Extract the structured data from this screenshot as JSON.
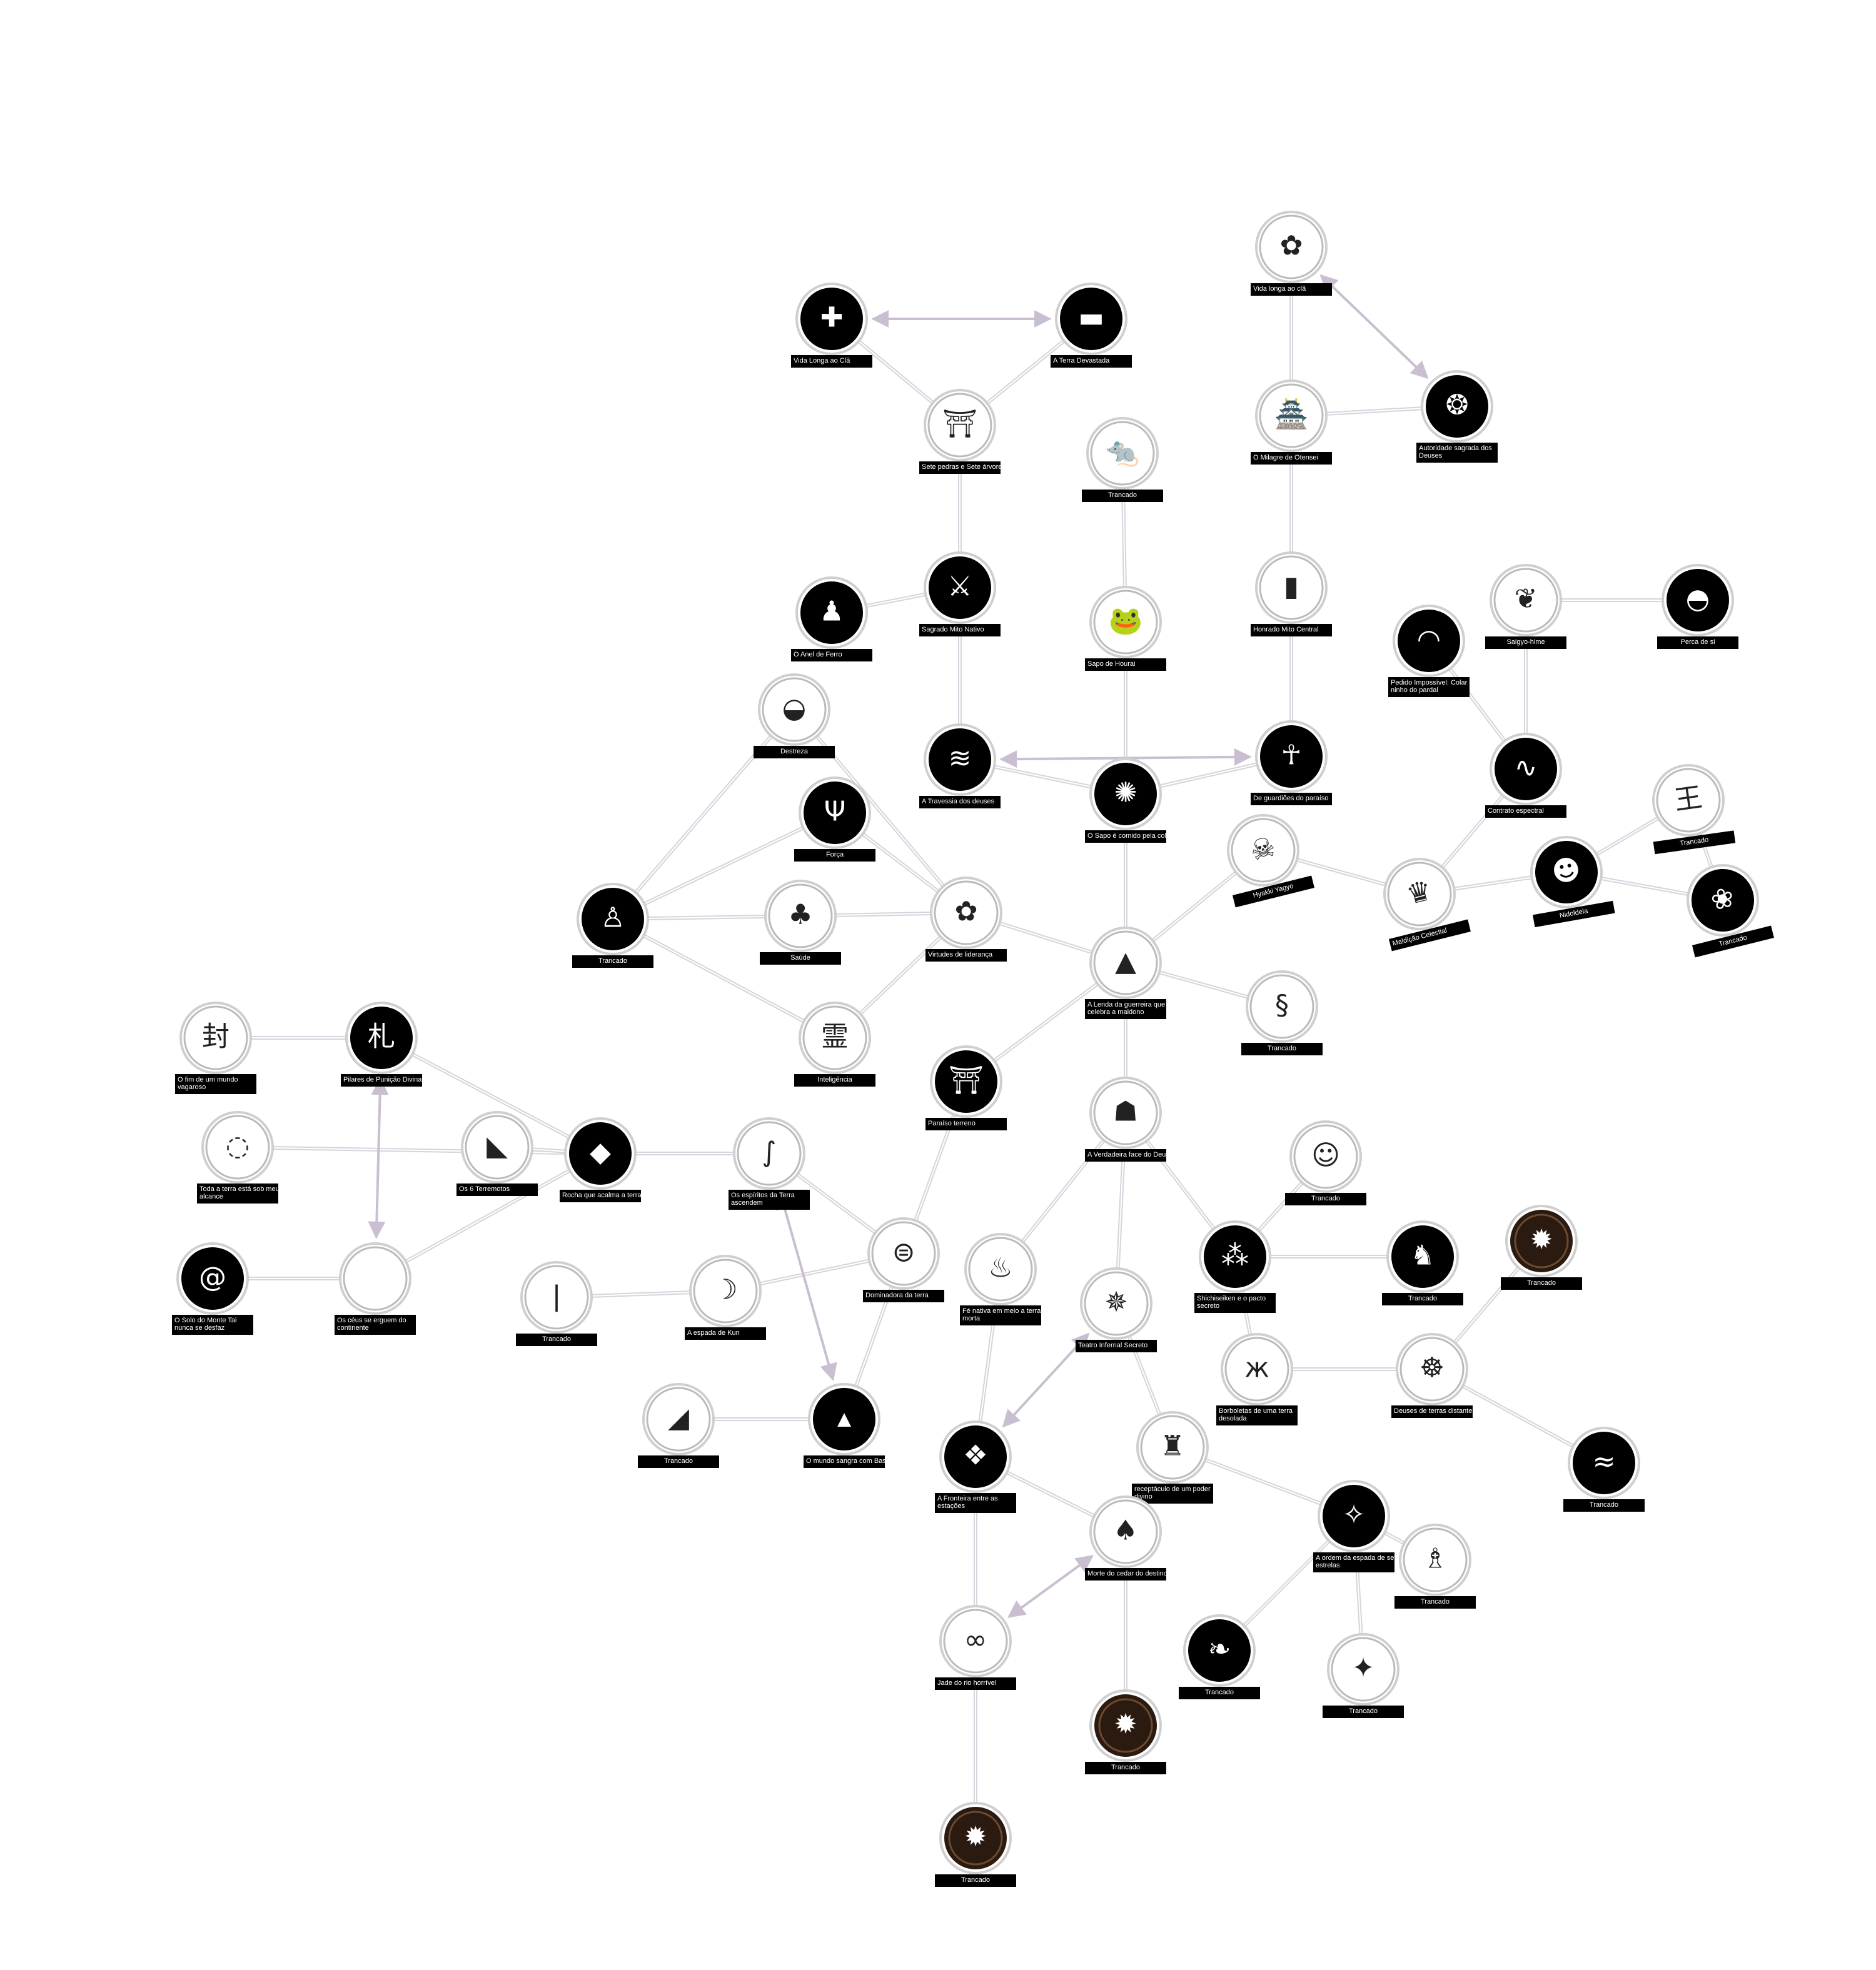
{
  "nodes": [
    {
      "id": "vida-longa-cla",
      "label": [
        "Vida Longa ao Clã"
      ],
      "icon": "cross-crest-icon",
      "style": "dark"
    },
    {
      "id": "terra-devastada",
      "label": [
        "A Terra Devastada"
      ],
      "icon": "bar-crest-icon",
      "style": "dark"
    },
    {
      "id": "sete-pedras",
      "label": [
        "Sete pedras e Sete árvores"
      ],
      "icon": "gate-sketch-icon",
      "style": "light"
    },
    {
      "id": "vida-longa-cla-2",
      "label": [
        "Vida longa ao clã"
      ],
      "icon": "paulownia-crest-icon",
      "style": "light"
    },
    {
      "id": "milagre-otensei",
      "label": [
        "O Milagre de Otensei"
      ],
      "icon": "castle-icon",
      "style": "light"
    },
    {
      "id": "autoridade-sagrada",
      "label": [
        "Autoridade sagrada dos",
        "Deuses"
      ],
      "icon": "sun-wheel-icon",
      "style": "dark"
    },
    {
      "id": "trancado-rat",
      "label": [
        "Trancado"
      ],
      "icon": "rat-icon",
      "style": "light"
    },
    {
      "id": "anel-ferro",
      "label": [
        "O Anel de Ferro"
      ],
      "icon": "standing-figure-icon",
      "style": "dark"
    },
    {
      "id": "sagrado-mito",
      "label": [
        "Sagrado Mito Nativo"
      ],
      "icon": "warrior-icon",
      "style": "dark"
    },
    {
      "id": "sapo-hourai",
      "label": [
        "Sapo de Hourai"
      ],
      "icon": "frog-icon",
      "style": "light"
    },
    {
      "id": "honrado-mito",
      "label": [
        "Honrado Mito Central"
      ],
      "icon": "pillar-icon",
      "style": "light"
    },
    {
      "id": "pedido-impossivel",
      "label": [
        "Pedido Impossível: Colar do",
        "ninho do pardal"
      ],
      "icon": "necklace-icon",
      "style": "dark"
    },
    {
      "id": "saigyo-hime",
      "label": [
        "Saigyo-hime"
      ],
      "icon": "bare-tree-icon",
      "style": "light"
    },
    {
      "id": "perca-de-si",
      "label": [
        "Perca de si"
      ],
      "icon": "folding-fan-icon",
      "style": "dark"
    },
    {
      "id": "destreza",
      "label": [
        "Destreza"
      ],
      "icon": "fan-icon",
      "style": "light"
    },
    {
      "id": "travessia-deuses",
      "label": [
        "A Travessia dos deuses"
      ],
      "icon": "waves-icon",
      "style": "dark"
    },
    {
      "id": "sapo-comido",
      "label": [
        "O Sapo é comido pela cobra"
      ],
      "icon": "mandala-icon",
      "style": "dark"
    },
    {
      "id": "guardioes-paraiso",
      "label": [
        "De guardiões do paraíso"
      ],
      "icon": "dancer-icon",
      "style": "dark"
    },
    {
      "id": "contrato-espectral",
      "label": [
        "Contrato espectral"
      ],
      "icon": "serpent-icon",
      "style": "dark"
    },
    {
      "id": "trancado-king",
      "label": [
        "Trancado"
      ],
      "icon": "king-kanji-icon",
      "style": "light",
      "tilt": -8
    },
    {
      "id": "forca",
      "label": [
        "Força"
      ],
      "icon": "trident-icon",
      "style": "dark"
    },
    {
      "id": "trancado-person",
      "label": [
        "Trancado"
      ],
      "icon": "robed-person-icon",
      "style": "dark"
    },
    {
      "id": "saude",
      "label": [
        "Saúde"
      ],
      "icon": "tree-icon",
      "style": "light"
    },
    {
      "id": "virtudes-lideranca",
      "label": [
        "Virtudes de liderança"
      ],
      "icon": "paulownia-crest-icon",
      "style": "light"
    },
    {
      "id": "hyakki-yagyo",
      "label": [
        "Hyakki Yagyo"
      ],
      "icon": "crawling-demon-icon",
      "style": "light",
      "tilt": -14
    },
    {
      "id": "maldicao-celestial",
      "label": [
        "Maldição Celestial"
      ],
      "icon": "princess-icon",
      "style": "light",
      "tilt": -14
    },
    {
      "id": "nidoldela",
      "label": [
        "Nidoldela"
      ],
      "icon": "skull-face-icon",
      "style": "dark",
      "tilt": -10
    },
    {
      "id": "trancado-tree",
      "label": [
        "Trancado"
      ],
      "icon": "jewel-branch-icon",
      "style": "dark",
      "tilt": -14
    },
    {
      "id": "lenda-guerreira",
      "label": [
        "A Lenda da guerreira que",
        "celebra a maldono"
      ],
      "icon": "cedar-crest-icon",
      "style": "light"
    },
    {
      "id": "trancado-dragon",
      "label": [
        "Trancado"
      ],
      "icon": "dragon-icon",
      "style": "light"
    },
    {
      "id": "fim-mundo",
      "label": [
        "O fim de um mundo",
        "vagaroso"
      ],
      "icon": "seal-kanji-icon",
      "style": "light"
    },
    {
      "id": "pilares-punicao",
      "label": [
        "Pilares de Punição Divina"
      ],
      "icon": "talisman-icon",
      "style": "dark"
    },
    {
      "id": "inteligencia",
      "label": [
        "Inteligência"
      ],
      "icon": "kanji-scroll-icon",
      "style": "light"
    },
    {
      "id": "paraiso-terreno",
      "label": [
        "Paraíso terreno"
      ],
      "icon": "torii-icon",
      "style": "dark"
    },
    {
      "id": "verdadeira-face",
      "label": [
        "A Verdadeira face do Deus Secreto"
      ],
      "icon": "hooded-deity-icon",
      "style": "light"
    },
    {
      "id": "toda-terra",
      "label": [
        "Toda a terra está sob meu",
        "alcance"
      ],
      "icon": "hat-sketch-icon",
      "style": "light"
    },
    {
      "id": "seis-terremotos",
      "label": [
        "Os 6 Terremotos"
      ],
      "icon": "cliff-icon",
      "style": "light"
    },
    {
      "id": "rocha-acalma",
      "label": [
        "Rocha que acalma a terra"
      ],
      "icon": "rock-icon",
      "style": "dark"
    },
    {
      "id": "espiritos-terra",
      "label": [
        "Os espíritos da Terra",
        "ascendem"
      ],
      "icon": "spirit-icon",
      "style": "light"
    },
    {
      "id": "trancado-monk",
      "label": [
        "Trancado"
      ],
      "icon": "monk-icon",
      "style": "light"
    },
    {
      "id": "dominadora-terra",
      "label": [
        "Dominadora da terra"
      ],
      "icon": "earth-symbol-icon",
      "style": "light"
    },
    {
      "id": "shichiseiken",
      "label": [
        "Shichiseiken e o pacto",
        "secreto"
      ],
      "icon": "constellation-icon",
      "style": "dark"
    },
    {
      "id": "trancado-dancers",
      "label": [
        "Trancado"
      ],
      "icon": "dancers-icon",
      "style": "dark"
    },
    {
      "id": "trancado-wheel-1",
      "label": [
        "Trancado"
      ],
      "icon": "wheel-icon",
      "style": "brown"
    },
    {
      "id": "solo-monte-tai",
      "label": [
        "O Solo do Monte Tai",
        "nunca se desfaz"
      ],
      "icon": "coiled-dragon-icon",
      "style": "dark"
    },
    {
      "id": "ceus-erguem",
      "label": [
        "Os céus se erguem do",
        "continente"
      ],
      "icon": "empty-icon",
      "style": "light"
    },
    {
      "id": "trancado-sword",
      "label": [
        "Trancado"
      ],
      "icon": "sword-icon",
      "style": "light"
    },
    {
      "id": "espada-kun",
      "label": [
        "A espada de Kun"
      ],
      "icon": "crescent-crest-icon",
      "style": "light"
    },
    {
      "id": "fe-nativa",
      "label": [
        "Fé nativa em meio a terra",
        "morta"
      ],
      "icon": "flame-figure-icon",
      "style": "light"
    },
    {
      "id": "teatro-infernal",
      "label": [
        "Teatro Infernal Secreto"
      ],
      "icon": "splash-icon",
      "style": "light"
    },
    {
      "id": "borboletas",
      "label": [
        "Borboletas de uma terra",
        "desolada"
      ],
      "icon": "butterfly-icon",
      "style": "light"
    },
    {
      "id": "deuses-distantes",
      "label": [
        "Deuses de terras distantes"
      ],
      "icon": "seated-deity-icon",
      "style": "light"
    },
    {
      "id": "trancado-map",
      "label": [
        "Trancado"
      ],
      "icon": "island-icon",
      "style": "light"
    },
    {
      "id": "mundo-sangra",
      "label": [
        "O mundo sangra com Basalto"
      ],
      "icon": "eruption-icon",
      "style": "dark"
    },
    {
      "id": "receptaculo",
      "label": [
        "receptáculo de um poder",
        "divino"
      ],
      "icon": "lantern-icon",
      "style": "light"
    },
    {
      "id": "trancado-centipede",
      "label": [
        "Trancado"
      ],
      "icon": "centipede-icon",
      "style": "dark"
    },
    {
      "id": "fronteira-estacoes",
      "label": [
        "A Fronteira entre as",
        "estações"
      ],
      "icon": "seasons-icon",
      "style": "dark"
    },
    {
      "id": "morte-cedar",
      "label": [
        "Morte do cedar do destino"
      ],
      "icon": "mushroom-icon",
      "style": "light"
    },
    {
      "id": "ordem-espada",
      "label": [
        "A ordem da espada de sete",
        "estrelas"
      ],
      "icon": "big-dipper-icon",
      "style": "dark"
    },
    {
      "id": "trancado-doll",
      "label": [
        "Trancado"
      ],
      "icon": "doll-icon",
      "style": "light"
    },
    {
      "id": "jade-rio",
      "label": [
        "Jade do rio horrível"
      ],
      "icon": "coil-sketch-icon",
      "style": "light"
    },
    {
      "id": "trancado-leaf",
      "label": [
        "Trancado"
      ],
      "icon": "leaf-icon",
      "style": "dark"
    },
    {
      "id": "trancado-tengu",
      "label": [
        "Trancado"
      ],
      "icon": "tengu-icon",
      "style": "light"
    },
    {
      "id": "trancado-wheel-2",
      "label": [
        "Trancado"
      ],
      "icon": "wheel-icon",
      "style": "brown"
    },
    {
      "id": "trancado-wheel-3",
      "label": [
        "Trancado"
      ],
      "icon": "wheel-icon",
      "style": "brown"
    }
  ],
  "edges": [
    [
      "vida-longa-cla",
      "sete-pedras"
    ],
    [
      "terra-devastada",
      "sete-pedras"
    ],
    [
      "sete-pedras",
      "sagrado-mito"
    ],
    [
      "anel-ferro",
      "sagrado-mito"
    ],
    [
      "sagrado-mito",
      "travessia-deuses"
    ],
    [
      "trancado-rat",
      "sapo-hourai"
    ],
    [
      "sapo-hourai",
      "sapo-comido"
    ],
    [
      "vida-longa-cla-2",
      "milagre-otensei"
    ],
    [
      "milagre-otensei",
      "autoridade-sagrada"
    ],
    [
      "milagre-otensei",
      "honrado-mito"
    ],
    [
      "honrado-mito",
      "guardioes-paraiso"
    ],
    [
      "travessia-deuses",
      "sapo-comido"
    ],
    [
      "sapo-comido",
      "guardioes-paraiso"
    ],
    [
      "sapo-comido",
      "lenda-guerreira"
    ],
    [
      "pedido-impossivel",
      "contrato-espectral"
    ],
    [
      "saigyo-hime",
      "contrato-espectral"
    ],
    [
      "saigyo-hime",
      "perca-de-si"
    ],
    [
      "contrato-espectral",
      "maldicao-celestial"
    ],
    [
      "destreza",
      "trancado-person"
    ],
    [
      "destreza",
      "virtudes-lideranca"
    ],
    [
      "forca",
      "trancado-person"
    ],
    [
      "forca",
      "virtudes-lideranca"
    ],
    [
      "trancado-person",
      "saude"
    ],
    [
      "saude",
      "virtudes-lideranca"
    ],
    [
      "trancado-person",
      "inteligencia"
    ],
    [
      "inteligencia",
      "virtudes-lideranca"
    ],
    [
      "virtudes-lideranca",
      "lenda-guerreira"
    ],
    [
      "lenda-guerreira",
      "hyakki-yagyo"
    ],
    [
      "hyakki-yagyo",
      "maldicao-celestial"
    ],
    [
      "maldicao-celestial",
      "nidoldela"
    ],
    [
      "nidoldela",
      "trancado-king"
    ],
    [
      "nidoldela",
      "trancado-tree"
    ],
    [
      "trancado-king",
      "trancado-tree"
    ],
    [
      "lenda-guerreira",
      "trancado-dragon"
    ],
    [
      "lenda-guerreira",
      "verdadeira-face"
    ],
    [
      "lenda-guerreira",
      "paraiso-terreno"
    ],
    [
      "fim-mundo",
      "pilares-punicao"
    ],
    [
      "pilares-punicao",
      "rocha-acalma"
    ],
    [
      "toda-terra",
      "rocha-acalma"
    ],
    [
      "seis-terremotos",
      "rocha-acalma"
    ],
    [
      "rocha-acalma",
      "ceus-erguem"
    ],
    [
      "solo-monte-tai",
      "ceus-erguem"
    ],
    [
      "rocha-acalma",
      "espiritos-terra"
    ],
    [
      "espiritos-terra",
      "dominadora-terra"
    ],
    [
      "paraiso-terreno",
      "dominadora-terra"
    ],
    [
      "trancado-sword",
      "espada-kun"
    ],
    [
      "espada-kun",
      "dominadora-terra"
    ],
    [
      "dominadora-terra",
      "mundo-sangra"
    ],
    [
      "trancado-map",
      "mundo-sangra"
    ],
    [
      "verdadeira-face",
      "fe-nativa"
    ],
    [
      "verdadeira-face",
      "teatro-infernal"
    ],
    [
      "verdadeira-face",
      "shichiseiken"
    ],
    [
      "trancado-monk",
      "shichiseiken"
    ],
    [
      "shichiseiken",
      "trancado-dancers"
    ],
    [
      "shichiseiken",
      "borboletas"
    ],
    [
      "borboletas",
      "deuses-distantes"
    ],
    [
      "trancado-wheel-1",
      "deuses-distantes"
    ],
    [
      "deuses-distantes",
      "trancado-centipede"
    ],
    [
      "teatro-infernal",
      "receptaculo"
    ],
    [
      "fe-nativa",
      "fronteira-estacoes"
    ],
    [
      "fronteira-estacoes",
      "morte-cedar"
    ],
    [
      "fronteira-estacoes",
      "jade-rio"
    ],
    [
      "receptaculo",
      "ordem-espada"
    ],
    [
      "ordem-espada",
      "trancado-doll"
    ],
    [
      "ordem-espada",
      "trancado-leaf"
    ],
    [
      "ordem-espada",
      "trancado-tengu"
    ],
    [
      "morte-cedar",
      "trancado-wheel-2"
    ],
    [
      "jade-rio",
      "trancado-wheel-3"
    ]
  ],
  "arrows": [
    [
      "vida-longa-cla",
      "terra-devastada"
    ],
    [
      "vida-longa-cla-2",
      "autoridade-sagrada"
    ],
    [
      "travessia-deuses",
      "guardioes-paraiso"
    ],
    [
      "pilares-punicao",
      "ceus-erguem"
    ],
    [
      "espiritos-terra",
      "mundo-sangra"
    ],
    [
      "teatro-infernal",
      "fronteira-estacoes"
    ],
    [
      "morte-cedar",
      "jade-rio"
    ]
  ]
}
